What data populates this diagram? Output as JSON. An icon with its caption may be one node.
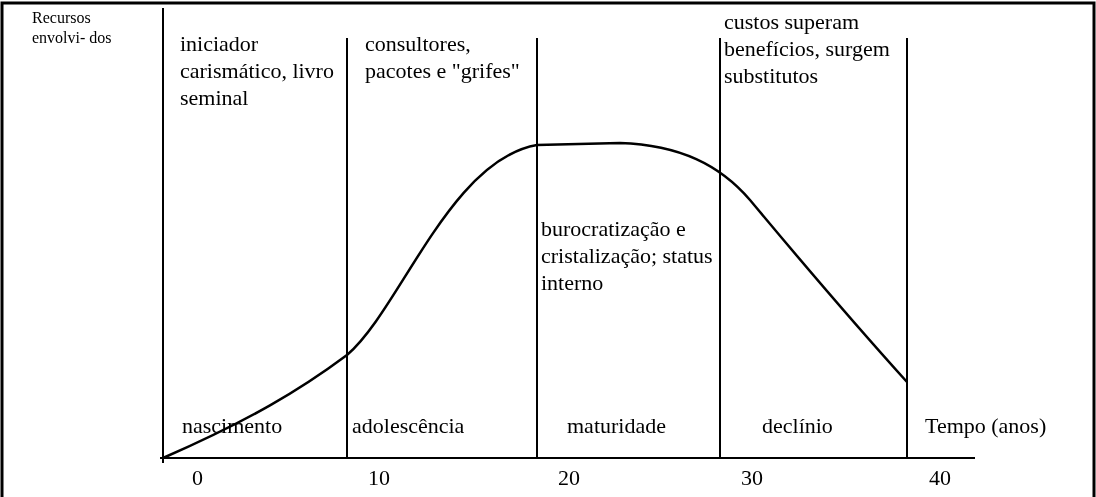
{
  "diagram": {
    "labels": [
      "Recursos envolvi- dos",
      "iniciador carismático, livro seminal",
      "consultores, pacotes e \"grifes\"",
      "custos superam benefícios, surgem substitutos",
      "burocratização e cristalização; status interno",
      "nascimento",
      "adolescência",
      "maturidade",
      "declínio",
      "Tempo (anos)",
      "0",
      "10",
      "20",
      "30",
      "40"
    ]
  }
}
